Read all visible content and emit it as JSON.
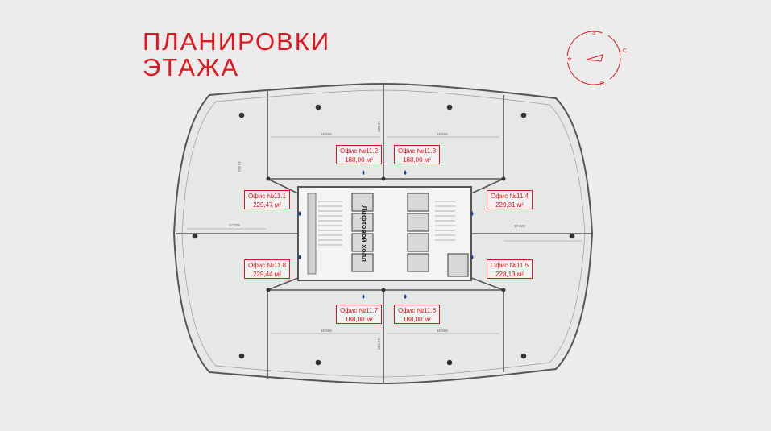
{
  "title": {
    "line1": "ПЛАНИРОВКИ",
    "line2": "ЭТАЖА"
  },
  "compass": {
    "north": "З",
    "east": "С",
    "south": "В",
    "west": "Ю"
  },
  "accent_color": "#e3141b",
  "hall_label": "Лифтовой холл",
  "offices": [
    {
      "id": "11.2",
      "name": "Офис №11.2",
      "area": "188,00 м²"
    },
    {
      "id": "11.3",
      "name": "Офис №11.3",
      "area": "188,00 м²"
    },
    {
      "id": "11.1",
      "name": "Офис №11.1",
      "area": "229,47 м²"
    },
    {
      "id": "11.4",
      "name": "Офис №11.4",
      "area": "229,31 м²"
    },
    {
      "id": "11.8",
      "name": "Офис №11.8",
      "area": "229,44 м²"
    },
    {
      "id": "11.5",
      "name": "Офис №11.5",
      "area": "228,13 м²"
    },
    {
      "id": "11.7",
      "name": "Офис №11.7",
      "area": "188,00 м²"
    },
    {
      "id": "11.6",
      "name": "Офис №11.6",
      "area": "188,00 м²"
    }
  ],
  "dimensions": {
    "top_left_width": "15 668",
    "top_right_width": "15 668",
    "bottom_left_width": "15 668",
    "bottom_right_width": "15 668",
    "top_center_height": "12 500",
    "bottom_center_height": "12 500",
    "left_width": "17 029",
    "right_width": "17 026",
    "side_height": "15 611"
  }
}
